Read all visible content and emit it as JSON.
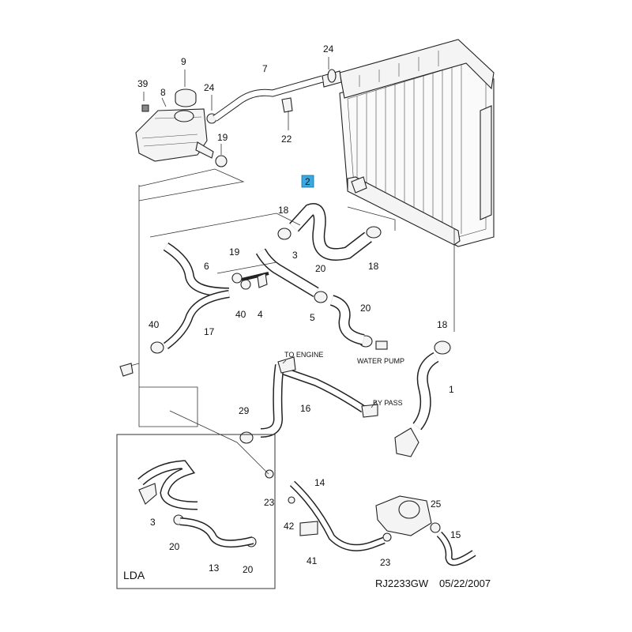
{
  "labels": {
    "n1": "1",
    "n2": "2",
    "n3": "3",
    "n3b": "3",
    "n4": "4",
    "n5": "5",
    "n6": "6",
    "n7": "7",
    "n8": "8",
    "n9": "9",
    "n13": "13",
    "n14": "14",
    "n15": "15",
    "n16": "16",
    "n17": "17",
    "n18a": "18",
    "n18b": "18",
    "n18c": "18",
    "n19a": "19",
    "n19b": "19",
    "n20a": "20",
    "n20b": "20",
    "n20c": "20",
    "n20d": "20",
    "n22": "22",
    "n23a": "23",
    "n23b": "23",
    "n24a": "24",
    "n24b": "24",
    "n25": "25",
    "n29": "29",
    "n39": "39",
    "n40a": "40",
    "n40b": "40",
    "n41": "41",
    "n42": "42"
  },
  "annotations": {
    "to_engine": "TO ENGINE",
    "water_pump": "WATER PUMP",
    "by_pass": "BY PASS",
    "lda": "LDA",
    "footer_code": "RJ2233GW",
    "footer_date": "05/22/2007"
  },
  "highlight_color": "#3aa9e0"
}
